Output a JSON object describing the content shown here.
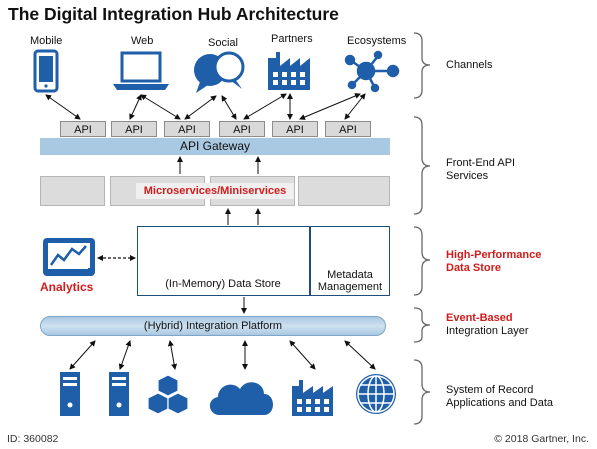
{
  "title": "The Digital Integration Hub Architecture",
  "channels": [
    "Mobile",
    "Web",
    "Social",
    "Partners",
    "Ecosystems"
  ],
  "api_labels": [
    "API",
    "API",
    "API",
    "API",
    "API",
    "API"
  ],
  "api_gateway": "API Gateway",
  "microservices": "Microservices/Miniservices",
  "data_store": "(In-Memory) Data Store",
  "metadata_line1": "Metadata",
  "metadata_line2": "Management",
  "analytics": "Analytics",
  "integration_platform": "(Hybrid) Integration Platform",
  "right_labels": {
    "channels": "Channels",
    "front_end_1": "Front-End API",
    "front_end_2": "Services",
    "hpds_1": "High-Performance",
    "hpds_2": "Data Store",
    "event_1": "Event-Based",
    "event_2": "Integration Layer",
    "sor_1": "System of Record",
    "sor_2": "Applications and Data"
  },
  "footer": {
    "id": "ID: 360082",
    "copyright": "© 2018 Gartner, Inc."
  },
  "colors": {
    "icon_blue": "#1f5ea8",
    "accent_red": "#d21b1b",
    "gateway_blue": "#a9c8e2"
  }
}
